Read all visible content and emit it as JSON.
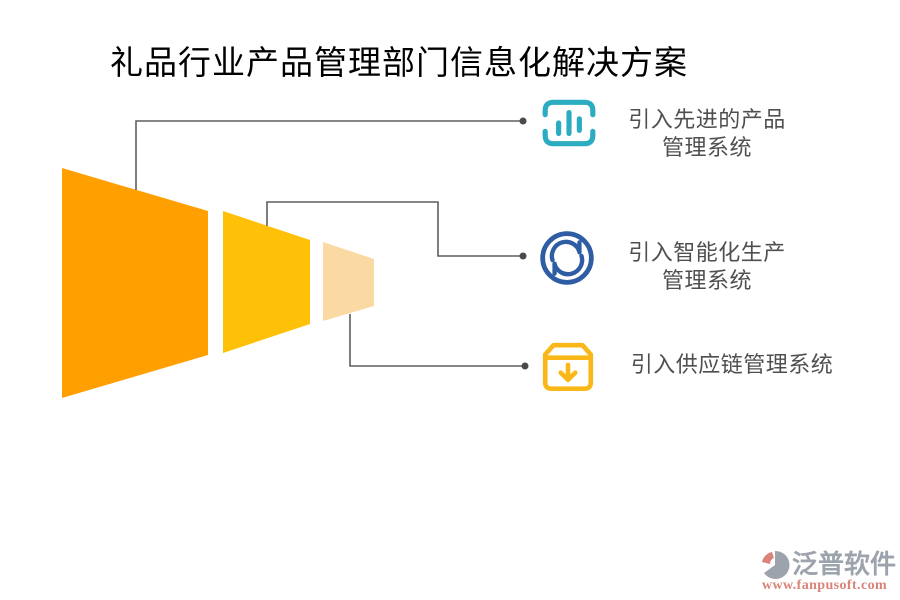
{
  "title": "礼品行业产品管理部门信息化解决方案",
  "items": [
    {
      "icon": "bar-chart-icon",
      "lines": [
        "引入先进的产品",
        "管理系统"
      ]
    },
    {
      "icon": "sync-icon",
      "lines": [
        "引入智能化生产",
        "管理系统"
      ]
    },
    {
      "icon": "package-download-icon",
      "lines": [
        "引入供应链管理系统"
      ]
    }
  ],
  "funnel": {
    "segments": [
      {
        "name": "stage-1",
        "color": "#FFA000"
      },
      {
        "name": "stage-2",
        "color": "#FFC107"
      },
      {
        "name": "stage-3",
        "color": "#FBD9A2"
      }
    ]
  },
  "colors": {
    "title": "#000000",
    "label": "#4f4f4f",
    "connector": "#5f5f5f",
    "connector_dot": "#4a4a4a",
    "icon_teal": "#2BACC0",
    "icon_blue": "#2E5DA3",
    "icon_amber": "#F9B818",
    "logo_coral": "#D9837A",
    "logo_gray": "#9CA3AD"
  },
  "logo": {
    "name": "泛普软件",
    "url": "www.fanpusoft.com"
  }
}
